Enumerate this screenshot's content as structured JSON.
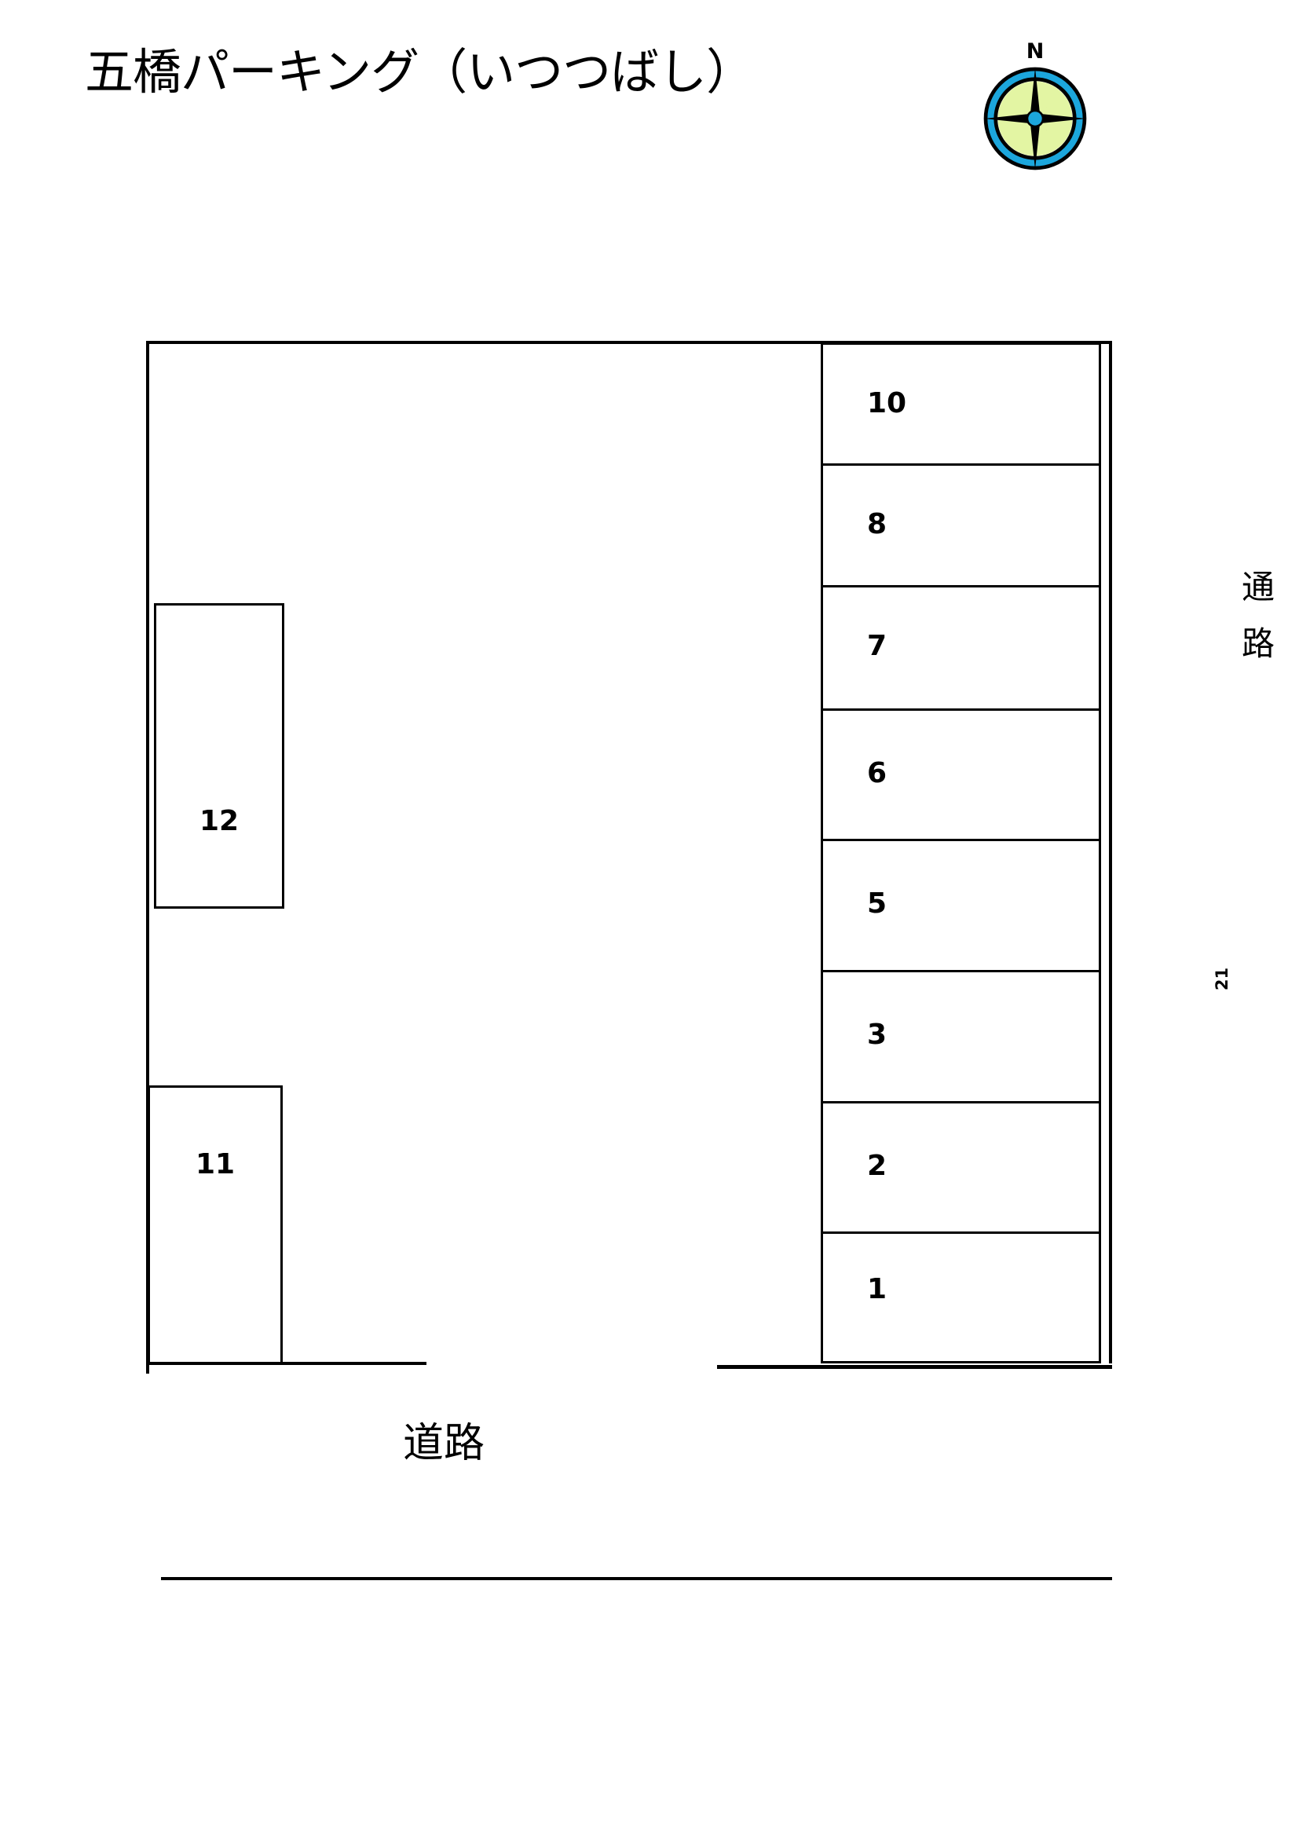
{
  "title": "五橋パーキング（いつつばし）",
  "compass": {
    "north_label": "N",
    "icon": "compass-rose-icon",
    "ring_color": "#1CA6DC",
    "face_color": "#E3F5A3",
    "star_color": "#000000",
    "hub_color": "#1CA6DC"
  },
  "plan": {
    "stall_column": {
      "stalls": [
        {
          "number": "10"
        },
        {
          "number": "8"
        },
        {
          "number": "7"
        },
        {
          "number": "6"
        },
        {
          "number": "5"
        },
        {
          "number": "3"
        },
        {
          "number": "2"
        },
        {
          "number": "1"
        }
      ]
    },
    "left_block": {
      "stalls": [
        {
          "number": "12"
        },
        {
          "number": "11"
        }
      ]
    },
    "annotations": {
      "aisle_label": "通路",
      "road_label": "道路",
      "marker": "21"
    }
  }
}
